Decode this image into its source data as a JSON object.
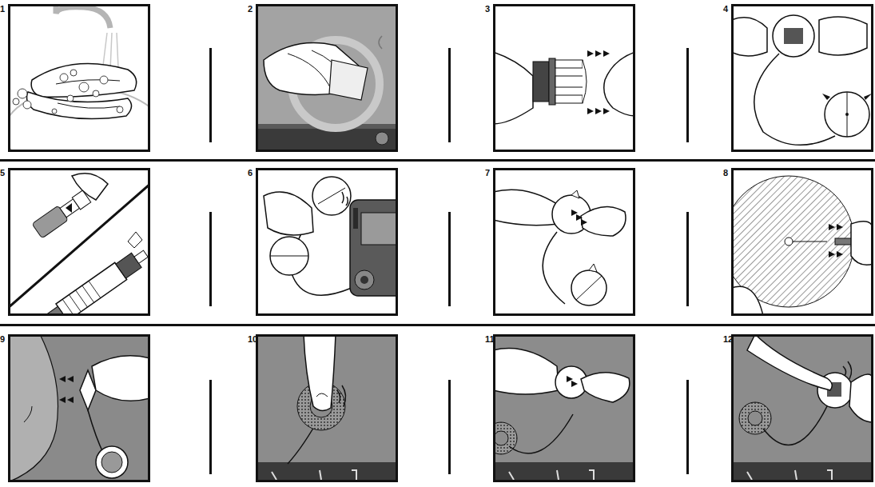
{
  "diagram": {
    "nodes": [
      {
        "text": [
          "1"
        ]
      },
      {
        "text": [
          "2"
        ]
      },
      {
        "text": [
          "3"
        ]
      },
      {
        "text": [
          "4"
        ]
      },
      {
        "text": [
          "5"
        ]
      },
      {
        "text": [
          "6"
        ]
      },
      {
        "text": [
          "7"
        ]
      },
      {
        "text": [
          "8"
        ]
      },
      {
        "text": [
          "9"
        ]
      },
      {
        "text": [
          "10"
        ]
      },
      {
        "text": [
          "11"
        ]
      },
      {
        "text": [
          "12"
        ]
      }
    ],
    "edges": []
  }
}
